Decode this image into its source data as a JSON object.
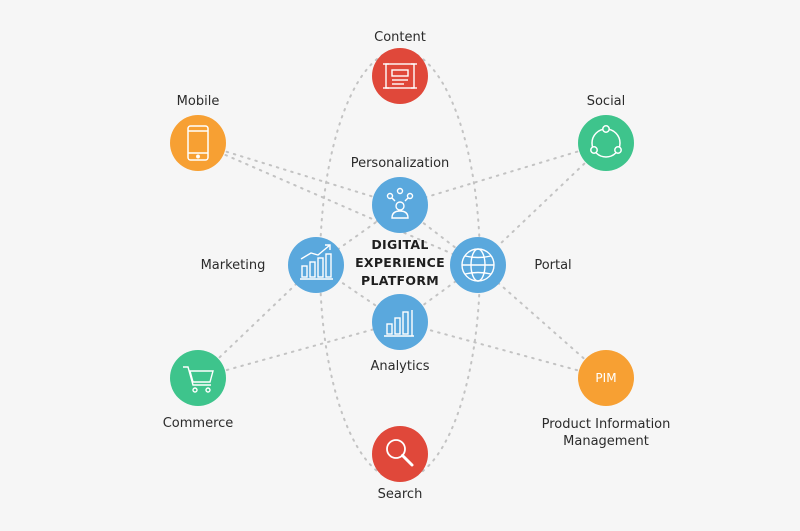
{
  "center": {
    "line1": "DIGITAL",
    "line2": "EXPERIENCE",
    "line3": "PLATFORM"
  },
  "nodes": {
    "content": {
      "label": "Content"
    },
    "mobile": {
      "label": "Mobile"
    },
    "social": {
      "label": "Social"
    },
    "personalization": {
      "label": "Personalization"
    },
    "marketing": {
      "label": "Marketing"
    },
    "portal": {
      "label": "Portal"
    },
    "analytics": {
      "label": "Analytics"
    },
    "commerce": {
      "label": "Commerce"
    },
    "pim": {
      "label_line1": "Product Information",
      "label_line2": "Management",
      "icon_text": "PIM"
    },
    "search": {
      "label": "Search"
    }
  },
  "colors": {
    "red": "#e0483a",
    "orange": "#f7a033",
    "green": "#3ec48c",
    "blue": "#5aa8dd",
    "dots": "#c2c2c2"
  }
}
